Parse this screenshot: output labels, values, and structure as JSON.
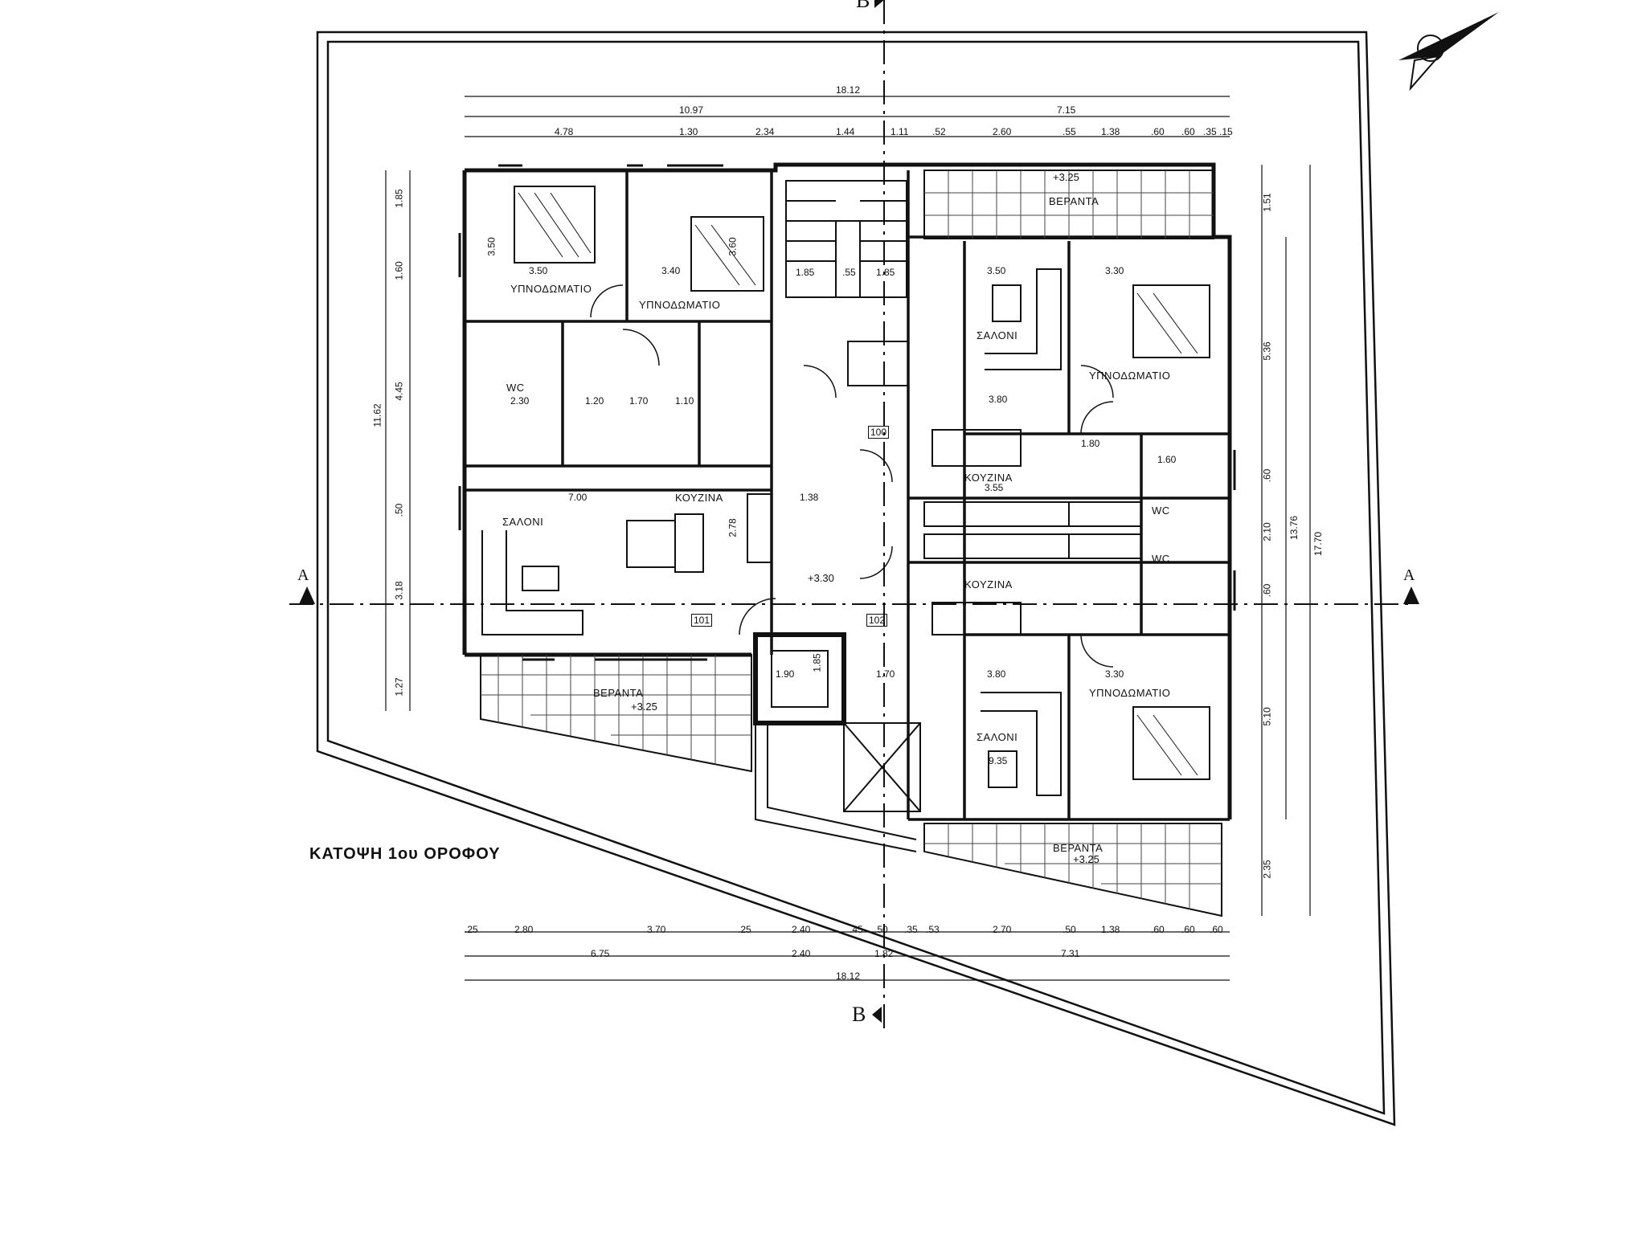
{
  "plan_title": "ΚΑΤΟΨΗ 1ου ΟΡΟΦΟΥ",
  "section_marks": {
    "top_b": "B",
    "bottom_b": "B",
    "left_a": "A",
    "right_a": "A"
  },
  "levels": {
    "stair": "+3.30",
    "balcony_west": "+3.25",
    "balcony_ne": "+3.25",
    "balcony_se": "+3.25"
  },
  "rooms": {
    "west_bedroom_1": "ΥΠΝΟΔΩΜΑΤΙΟ",
    "west_bedroom_2": "ΥΠΝΟΔΩΜΑΤΙΟ",
    "west_wc": "WC",
    "west_kitchen": "ΚΟΥΖΙΝΑ",
    "west_living": "ΣΑΛΟΝΙ",
    "west_balcony": "ΒΕΡΑΝΤΑ",
    "ne_balcony": "ΒΕΡΑΝΤΑ",
    "ne_living": "ΣΑΛΟΝΙ",
    "ne_bedroom": "ΥΠΝΟΔΩΜΑΤΙΟ",
    "ne_kitchen": "ΚΟΥΖΙΝΑ",
    "ne_wc": "WC",
    "se_wc": "WC",
    "se_kitchen": "ΚΟΥΖΙΝΑ",
    "se_bedroom": "ΥΠΝΟΔΩΜΑΤΙΟ",
    "se_living": "ΣΑΛΟΝΙ",
    "se_balcony": "ΒΕΡΑΝΤΑ"
  },
  "dims_top": {
    "overall": "18.12",
    "left": "10.97",
    "right": "7.15",
    "row": [
      "4.78",
      "1.30",
      "2.34",
      "1.44",
      "1.11",
      ".52",
      "2.60",
      ".55",
      "1.38",
      ".60",
      ".60",
      ".35",
      ".15"
    ]
  },
  "dims_bottom": {
    "row": [
      ".25",
      "2.80",
      "3.70",
      ".25",
      "2.40",
      ".45",
      ".50",
      ".35",
      ".53",
      "2.70",
      ".50",
      "1.38",
      ".60",
      ".60",
      ".60"
    ],
    "mid": [
      "6.75",
      "2.40",
      "1.82",
      "7.31"
    ],
    "overall": "18.12"
  },
  "dims_left": {
    "overall": "11.62",
    "row": [
      "1.85",
      "1.60",
      "4.45",
      ".50",
      "3.18",
      "1.27"
    ]
  },
  "dims_right": {
    "overall_a": "13.76",
    "overall_b": "17.70",
    "row": [
      "1.51",
      "5.36",
      ".60",
      "2.10",
      ".60",
      "5.10",
      "2.35"
    ]
  },
  "interior_dims": {
    "wb1_w": "3.50",
    "wb1_h": "3.50",
    "wb2_w": "3.40",
    "wb2_h": "3.60",
    "wc_w": "2.30",
    "hall_w": "1.20",
    "bath_w": "1.70",
    "wc2_w": "1.10",
    "stair_w1": "1.85",
    "stair_w2": ".55",
    "stair_w3": "1.85",
    "living_w": "7.00",
    "corr_w": "1.38",
    "kit_h": "2.78",
    "ne_living_w": "3.50",
    "ne_bed_w": "3.30",
    "ne_liv_low": "3.80",
    "ne_hall": "1.80",
    "ne_wc": "1.60",
    "ne_kit": "3.55",
    "se_living_w": "3.80",
    "se_bed_w": "3.30",
    "lift_w": "1.90",
    "lift_h": "1.85",
    "se_hall": "1.70",
    "se_liv_area": "9.35"
  },
  "tags": {
    "t1": "100",
    "t2": "101",
    "t3": "102"
  }
}
